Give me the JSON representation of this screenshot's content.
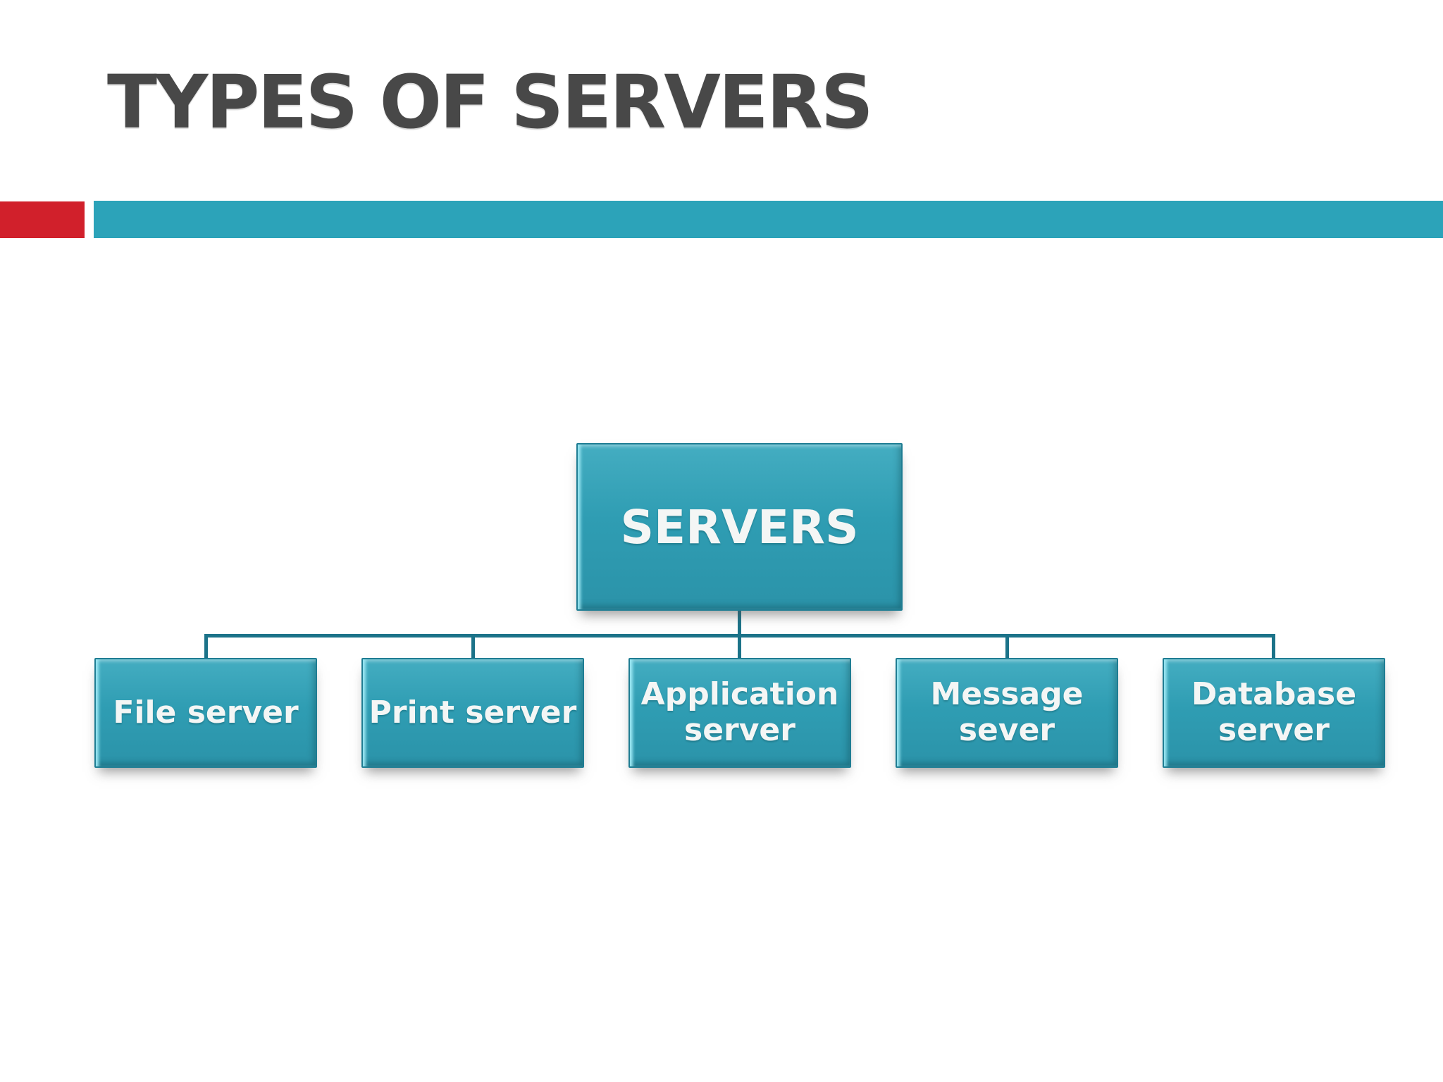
{
  "slide": {
    "title": "TYPES OF SERVERS"
  },
  "colors": {
    "accent_red": "#d1202b",
    "accent_teal": "#2ca3b9",
    "node_fill": "#2f9db3",
    "node_border": "#1f7d93",
    "node_bevel_highlight": "#9ae6f2",
    "connector": "#1c7389",
    "title_text": "#484848",
    "node_text": "#f4f6f5"
  },
  "diagram": {
    "root": {
      "label": "SERVERS"
    },
    "children": [
      {
        "label": "File server"
      },
      {
        "label": "Print server"
      },
      {
        "label": "Application\nserver"
      },
      {
        "label": "Message\nsever"
      },
      {
        "label": "Database\nserver"
      }
    ]
  }
}
